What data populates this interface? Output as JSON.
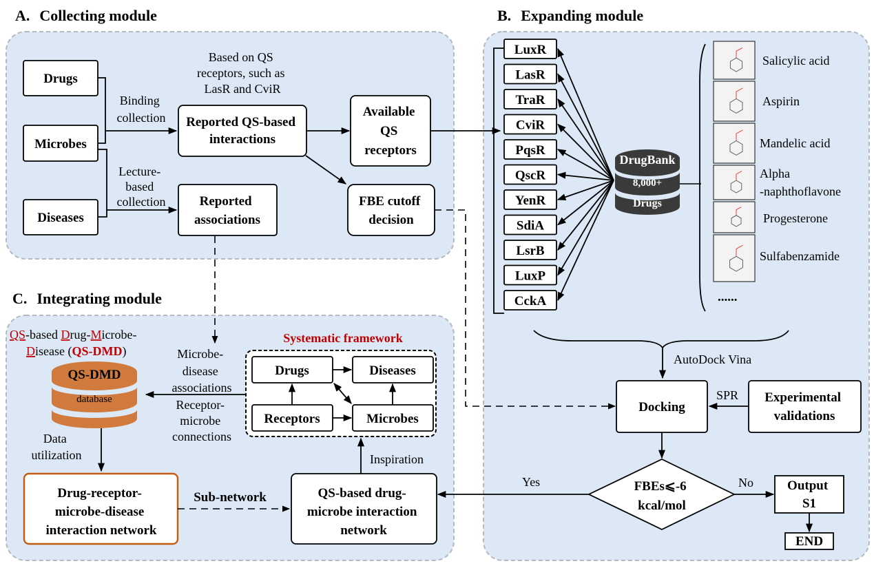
{
  "sections": {
    "a": {
      "letter": "A.",
      "title": "Collecting module"
    },
    "b": {
      "letter": "B.",
      "title": "Expanding module"
    },
    "c": {
      "letter": "C.",
      "title": "Integrating module"
    }
  },
  "collecting": {
    "sources": [
      "Drugs",
      "Microbes",
      "Diseases"
    ],
    "binding_label": [
      "Binding",
      "collection"
    ],
    "lecture_label": [
      "Lecture-",
      "based",
      "collection"
    ],
    "note": [
      "Based on QS",
      "receptors, such as",
      "LasR and CviR"
    ],
    "reported_interactions": [
      "Reported QS-based",
      "interactions"
    ],
    "available_receptors": [
      "Available",
      "QS",
      "receptors"
    ],
    "reported_associations": [
      "Reported",
      "associations"
    ],
    "fbe_cutoff": [
      "FBE cutoff",
      "decision"
    ]
  },
  "expanding": {
    "receptors": [
      "LuxR",
      "LasR",
      "TraR",
      "CviR",
      "PqsR",
      "QscR",
      "YenR",
      "SdiA",
      "LsrB",
      "LuxP",
      "CckA"
    ],
    "drugbank": {
      "name": "DrugBank",
      "count": "8,000+",
      "unit": "Drugs"
    },
    "drugs": [
      "Salicylic acid",
      "Aspirin",
      "Mandelic acid",
      "Alpha",
      "-naphthoflavone",
      "Progesterone",
      "Sulfabenzamide"
    ],
    "ellipsis": "......",
    "autodock_label": "AutoDock Vina",
    "docking": "Docking",
    "spr_label": "SPR",
    "experimental": [
      "Experimental",
      "validations"
    ],
    "decision": [
      "FBEs⩽-6",
      "kcal/mol"
    ],
    "yes_label": "Yes",
    "no_label": "No",
    "output": [
      "Output",
      "S1"
    ],
    "end": "END"
  },
  "integrating": {
    "qsdmd_caption_line1": {
      "p1": "QS",
      "p2": "-based ",
      "p3": "D",
      "p4": "rug-",
      "p5": "M",
      "p6": "icrobe-"
    },
    "qsdmd_caption_line2": {
      "p1": "D",
      "p2": "isease (",
      "p3": "QS-DMD",
      "p4": ")"
    },
    "db": {
      "name": "QS-DMD",
      "sub": "database"
    },
    "md_assoc": [
      "Microbe-",
      "disease",
      "associations"
    ],
    "rm_conn": [
      "Receptor-",
      "microbe",
      "connections"
    ],
    "framework_title": "Systematic framework",
    "framework_nodes": {
      "drugs": "Drugs",
      "diseases": "Diseases",
      "receptors": "Receptors",
      "microbes": "Microbes"
    },
    "data_utilization": [
      "Data",
      "utilization"
    ],
    "drmd_network": [
      "Drug-receptor-",
      "microbe-disease",
      "interaction network"
    ],
    "subnetwork_label": "Sub-network",
    "qs_network": [
      "QS-based drug-",
      "microbe interaction",
      "network"
    ],
    "inspiration_label": "Inspiration"
  },
  "colors": {
    "panel_fill": "#dce8f5",
    "accent_red": "#c00000",
    "db_orange": "#d07a3e",
    "db_dark": "#3a3a3a",
    "network_border": "#c55a11"
  }
}
